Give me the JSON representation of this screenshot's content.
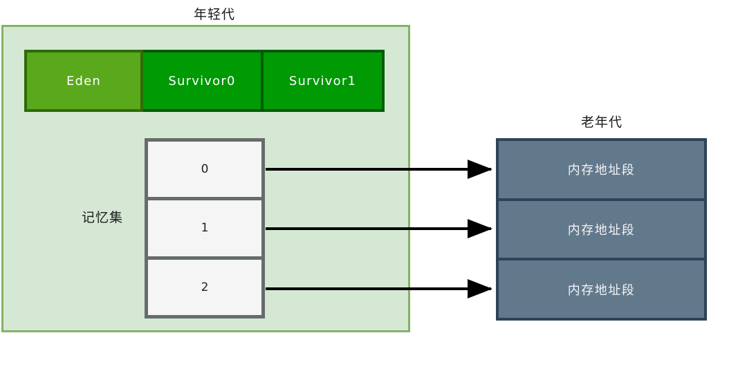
{
  "diagram": {
    "young_generation": {
      "title": "年轻代",
      "regions": [
        {
          "label": "Eden",
          "color": "#5aa81c"
        },
        {
          "label": "Survivor0",
          "color": "#009a05"
        },
        {
          "label": "Survivor1",
          "color": "#009a05"
        }
      ],
      "remembered_set": {
        "label": "记忆集",
        "rows": [
          "0",
          "1",
          "2"
        ]
      },
      "container_fill": "#d5e8d4",
      "container_border": "#82b366"
    },
    "old_generation": {
      "title": "老年代",
      "rows": [
        "内存地址段",
        "内存地址段",
        "内存地址段"
      ],
      "fill": "#62788b",
      "border": "#2e4258"
    },
    "arrows": {
      "count": 3,
      "color": "#000000",
      "from": "remembered-set-rows",
      "to": "old-generation-rows"
    }
  }
}
